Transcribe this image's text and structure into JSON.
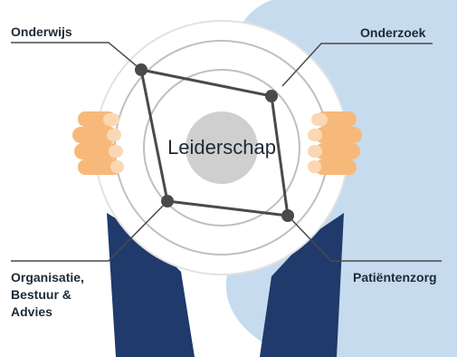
{
  "diagram": {
    "center_label": "Leiderschap",
    "labels": {
      "top_left": "Onderwijs",
      "top_right": "Onderzoek",
      "bottom_left": "Organisatie,\nBestuur &\nAdvies",
      "bottom_right": "Patiëntenzorg"
    }
  },
  "colors": {
    "background_blob": "#c7dbee",
    "sleeve": "#1f3a6b",
    "hand": "#f7b97a",
    "plate_outer": "#ffffff",
    "plate_ring": "#bfbfbf",
    "center_disc": "#cfcfcf",
    "diamond_line": "#4a4a4a",
    "node": "#4a4a4a"
  }
}
